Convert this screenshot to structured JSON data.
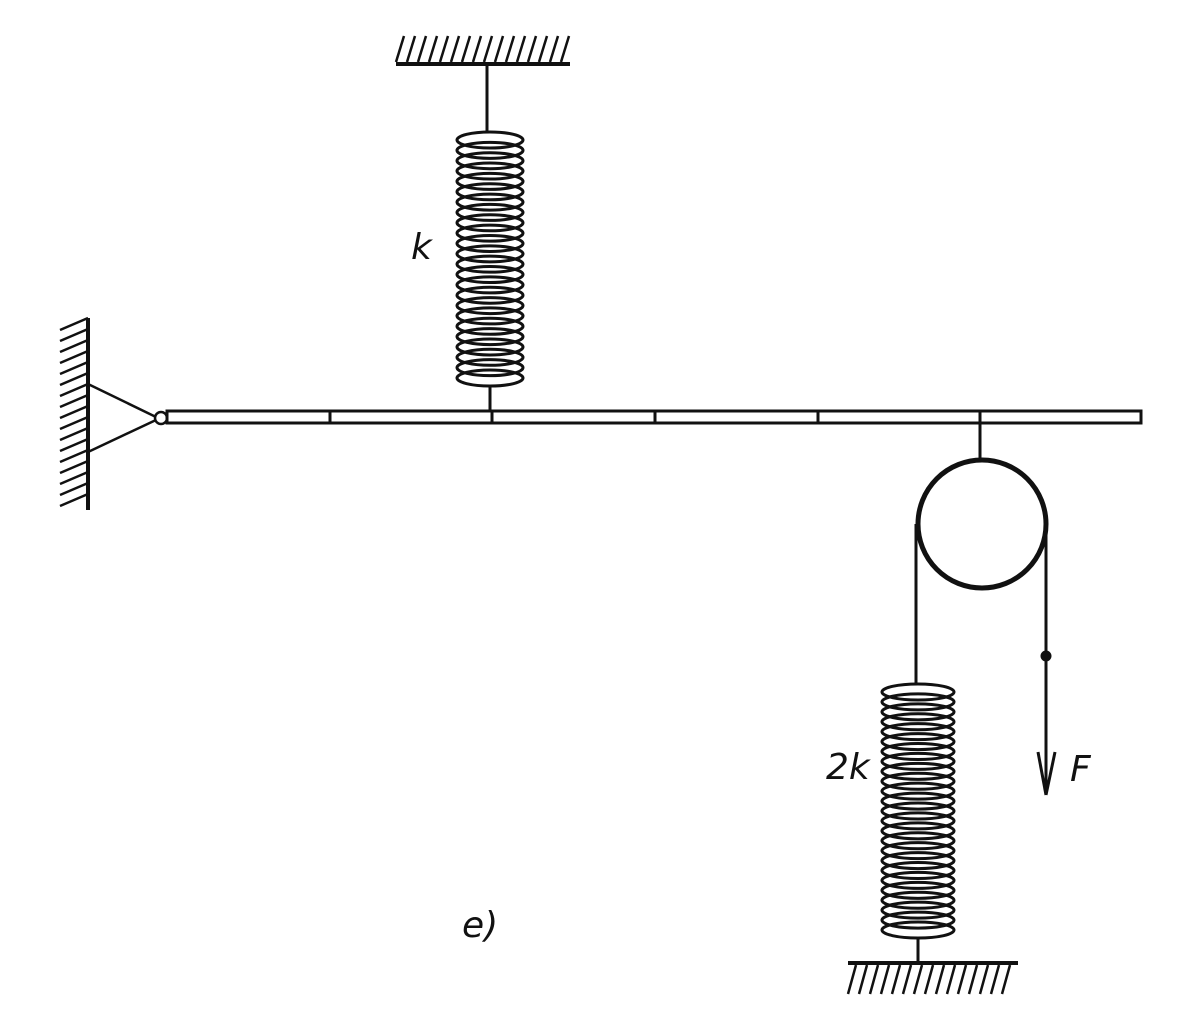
{
  "labels": {
    "spring_top": "k",
    "spring_bottom": "2k",
    "force": "F",
    "figure_tag": "e)"
  },
  "colors": {
    "ink": "#111111",
    "background": "#ffffff"
  }
}
